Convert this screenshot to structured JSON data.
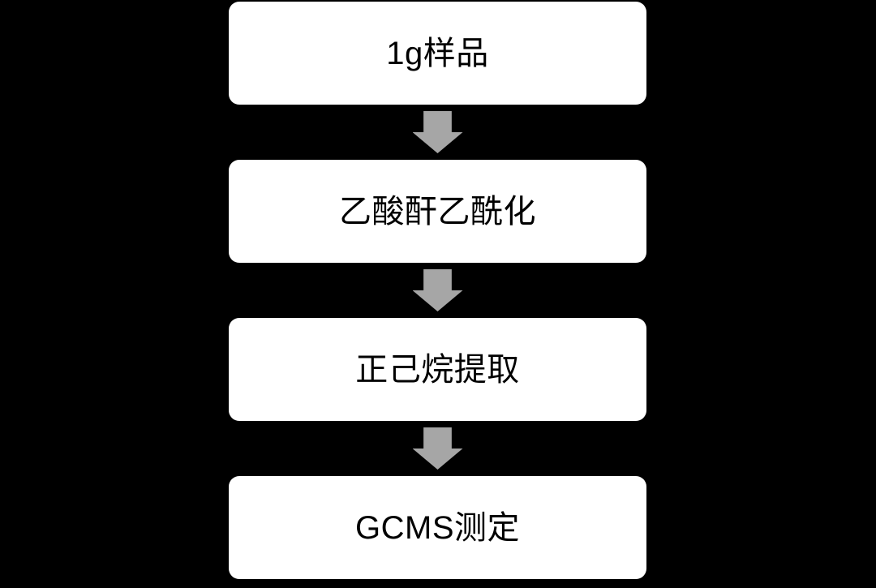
{
  "diagram": {
    "type": "flowchart",
    "direction": "top-down",
    "background_color": "#000000",
    "box_fill_color": "#ffffff",
    "box_text_color": "#000000",
    "arrow_color": "#a6a6a6",
    "steps": [
      {
        "label": "1g样品"
      },
      {
        "label": "乙酸酐乙酰化"
      },
      {
        "label": "正己烷提取"
      },
      {
        "label": "GCMS测定"
      }
    ],
    "connections": [
      {
        "from": 0,
        "to": 1,
        "style": "block-arrow-down"
      },
      {
        "from": 1,
        "to": 2,
        "style": "block-arrow-down"
      },
      {
        "from": 2,
        "to": 3,
        "style": "block-arrow-down"
      }
    ]
  }
}
